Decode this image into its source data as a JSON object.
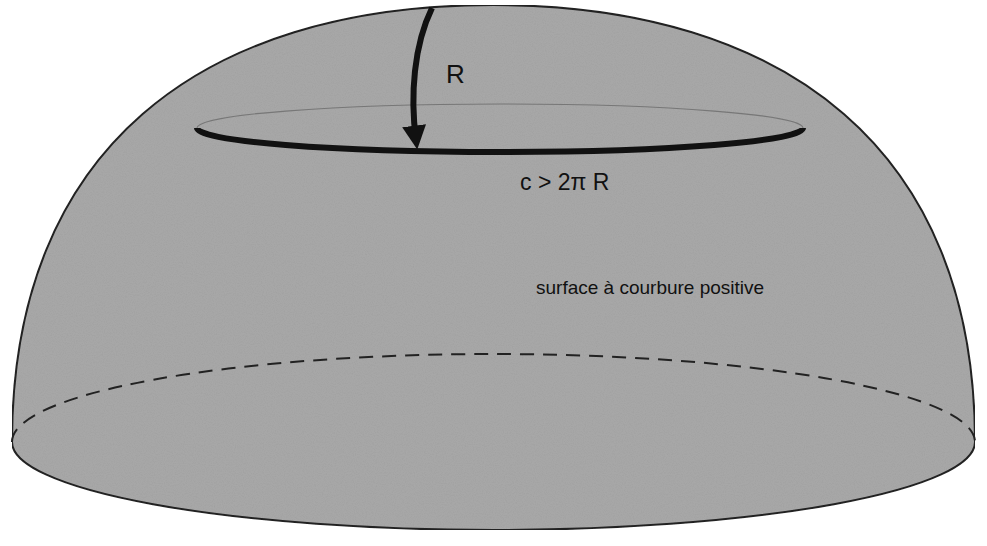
{
  "diagram": {
    "labels": [
      "R",
      "c > 2π R",
      "surface à courbure positive"
    ]
  }
}
